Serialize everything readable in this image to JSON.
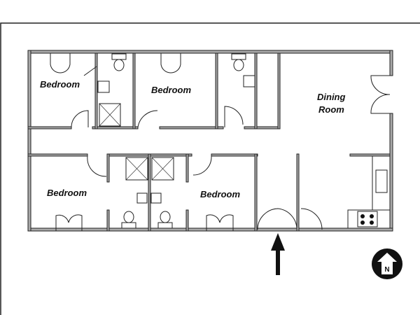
{
  "rooms": [
    {
      "label": "Bedroom"
    },
    {
      "label": "Bedroom"
    },
    {
      "label": "Dining",
      "label2": "Room"
    },
    {
      "label": "Bedroom"
    },
    {
      "label": "Bedroom"
    }
  ],
  "compass": {
    "label": "N"
  },
  "entrance": {
    "icon": "arrow-up-icon"
  }
}
